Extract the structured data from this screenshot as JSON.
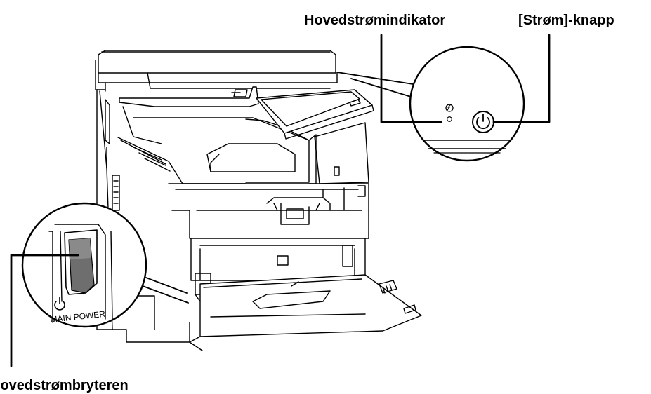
{
  "labels": {
    "main_power_indicator": "Hovedstrømindikator",
    "power_button": "[Strøm]-knapp",
    "main_power_switch": "Hovedstrømbryteren"
  },
  "switch_panel": {
    "text": "MAIN POWER",
    "symbol": "⏻"
  },
  "icons": {
    "indicator": "main-power-indicator-icon",
    "power_button": "power-button-icon",
    "standby": "standby-icon"
  }
}
